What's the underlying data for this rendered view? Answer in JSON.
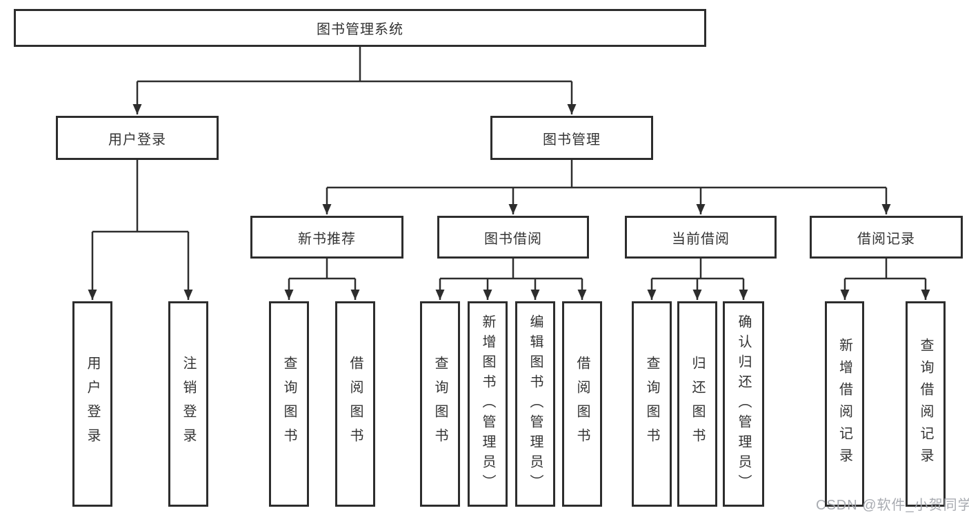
{
  "diagram": {
    "root": "图书管理系统",
    "branches": {
      "user_login": "用户登录",
      "book_management": "图书管理"
    },
    "modules": {
      "new_book_recommend": "新书推荐",
      "book_borrowing": "图书借阅",
      "current_borrowing": "当前借阅",
      "borrowing_records": "借阅记录"
    },
    "functions": {
      "user_login": "用户登录",
      "logout": "注销登录",
      "nb_query_books": "查询图书",
      "nb_borrow_books": "借阅图书",
      "bb_query_books": "查询图书",
      "bb_add_books": "新增图书（管理员）",
      "bb_edit_books": "编辑图书（管理员）",
      "bb_borrow_books": "借阅图书",
      "cb_query_books": "查询图书",
      "cb_return_books": "归还图书",
      "cb_confirm_return": "确认归还（管理员）",
      "br_add_record": "新增借阅记录",
      "br_query_record": "查询借阅记录"
    },
    "watermark": "CSDN @软件_小贺同学",
    "colors": {
      "line": "#2d2d2d",
      "text": "#333333",
      "watermark": "#a3a7ad",
      "background": "#ffffff"
    }
  }
}
